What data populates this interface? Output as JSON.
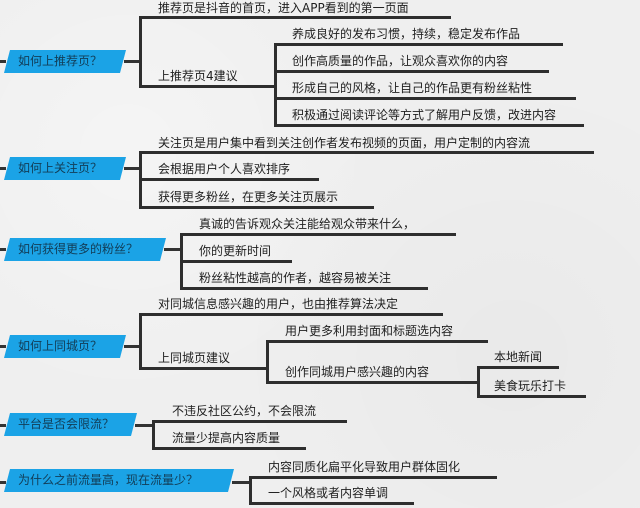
{
  "diagram": {
    "type": "mindmap",
    "colors": {
      "node_fill": "#1ba3e6",
      "node_text": "#123d57",
      "line": "#2e2e2e",
      "background": "#efefef"
    },
    "topics": [
      {
        "title": "如何上推荐页？",
        "children": [
          {
            "text": "推荐页是抖音的首页，进入APP看到的第一页面"
          },
          {
            "text": "上推荐页4建议",
            "children": [
              {
                "text": "养成良好的发布习惯，持续，稳定发布作品"
              },
              {
                "text": "创作高质量的作品，让观众喜欢你的内容"
              },
              {
                "text": "形成自己的风格，让自己的作品更有粉丝粘性"
              },
              {
                "text": "积极通过阅读评论等方式了解用户反馈，改进内容"
              }
            ]
          }
        ]
      },
      {
        "title": "如何上关注页？",
        "children": [
          {
            "text": "关注页是用户集中看到关注创作者发布视频的页面，用户定制的内容流"
          },
          {
            "text": "会根据用户个人喜欢排序"
          },
          {
            "text": "获得更多粉丝，在更多关注页展示"
          }
        ]
      },
      {
        "title": "如何获得更多的粉丝？",
        "children": [
          {
            "text": "真诚的告诉观众关注能给观众带来什么，"
          },
          {
            "text": "你的更新时间"
          },
          {
            "text": "粉丝粘性越高的作者，越容易被关注"
          }
        ]
      },
      {
        "title": "如何上同城页？",
        "children": [
          {
            "text": "对同城信息感兴趣的用户，也由推荐算法决定"
          },
          {
            "text": "上同城页建议",
            "children": [
              {
                "text": "用户更多利用封面和标题选内容"
              },
              {
                "text": "创作同城用户感兴趣的内容",
                "children": [
                  {
                    "text": "本地新闻"
                  },
                  {
                    "text": "美食玩乐打卡"
                  }
                ]
              }
            ]
          }
        ]
      },
      {
        "title": "平台是否会限流？",
        "children": [
          {
            "text": "不违反社区公约，不会限流"
          },
          {
            "text": "流量少提高内容质量"
          }
        ]
      },
      {
        "title": "为什么之前流量高，现在流量少？",
        "children": [
          {
            "text": "内容同质化扁平化导致用户群体固化"
          },
          {
            "text": "一个风格或者内容单调"
          }
        ]
      }
    ]
  }
}
